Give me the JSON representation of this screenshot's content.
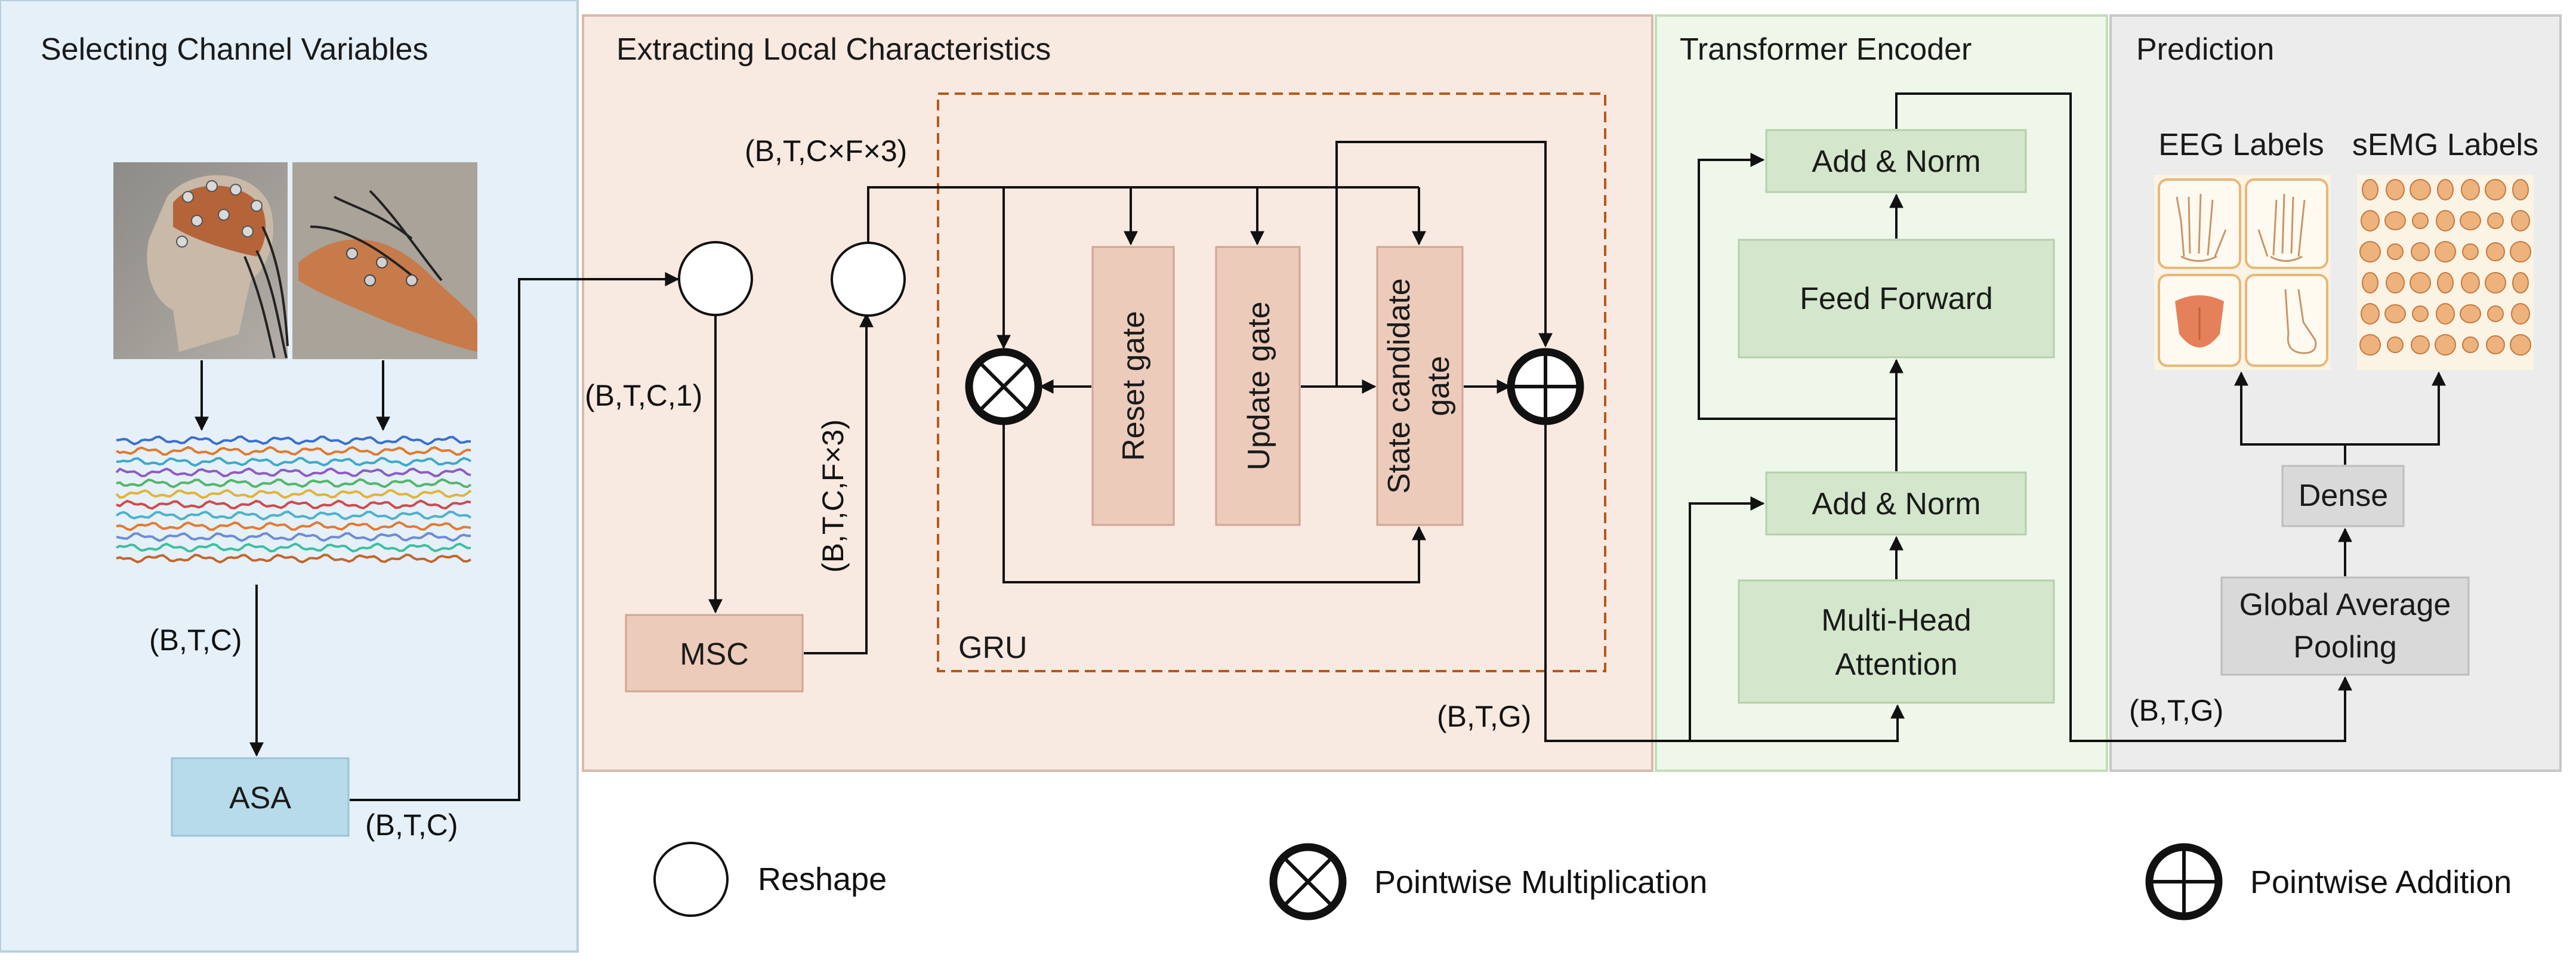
{
  "panels": {
    "selecting": {
      "title": "Selecting Channel Variables",
      "fill": "#e5f0f8",
      "stroke": "#b7cfe0"
    },
    "extracting": {
      "title": "Extracting Local Characteristics",
      "fill": "#f8e9e1",
      "stroke": "#d8b9aa"
    },
    "transformer": {
      "title": "Transformer Encoder",
      "fill": "#eef7ea",
      "stroke": "#c3dcb9"
    },
    "prediction": {
      "title": "Prediction",
      "fill": "#ececec",
      "stroke": "#c7c7c7"
    }
  },
  "blocks": {
    "asa": "ASA",
    "msc": "MSC",
    "reset_gate": "Reset gate",
    "update_gate": "Update gate",
    "state_candidate_gate_1": "State candidate",
    "state_candidate_gate_2": "gate",
    "gru": "GRU",
    "add_norm_top": "Add & Norm",
    "feed_forward": "Feed Forward",
    "add_norm_bottom": "Add & Norm",
    "multi_head_1": "Multi-Head",
    "multi_head_2": "Attention",
    "dense": "Dense",
    "gap_1": "Global Average",
    "gap_2": "Pooling",
    "eeg_labels": "EEG Labels",
    "semg_labels": "sEMG Labels"
  },
  "dims": {
    "btc_left": "(B,T,C)",
    "btc_asa": "(B,T,C)",
    "btc1": "(B,T,C,1)",
    "btcf3": "(B,T,C,F×3)",
    "btcxf3": "(B,T,C×F×3)",
    "btg_gru": "(B,T,G)",
    "btg_pred": "(B,T,G)"
  },
  "legend": {
    "reshape": "Reshape",
    "multiplication": "Pointwise Multiplication",
    "addition": "Pointwise Addition"
  },
  "colors": {
    "asa": "#b8dbeb",
    "salmon": "#eccbbb",
    "salmon_stroke": "#cfa594",
    "green_box": "#d4e6cb",
    "green_stroke": "#b6cfab",
    "grey_box": "#d9d9d9",
    "gru_dash": "#b5581f",
    "signals": [
      "#3a6fd0",
      "#e07a2e",
      "#3fa9c8",
      "#8e5cc4",
      "#55b56a",
      "#e0b438",
      "#d04a4a",
      "#4fb1c8",
      "#e27b34",
      "#6b8dd6",
      "#3fbf9e",
      "#c2662f"
    ]
  }
}
